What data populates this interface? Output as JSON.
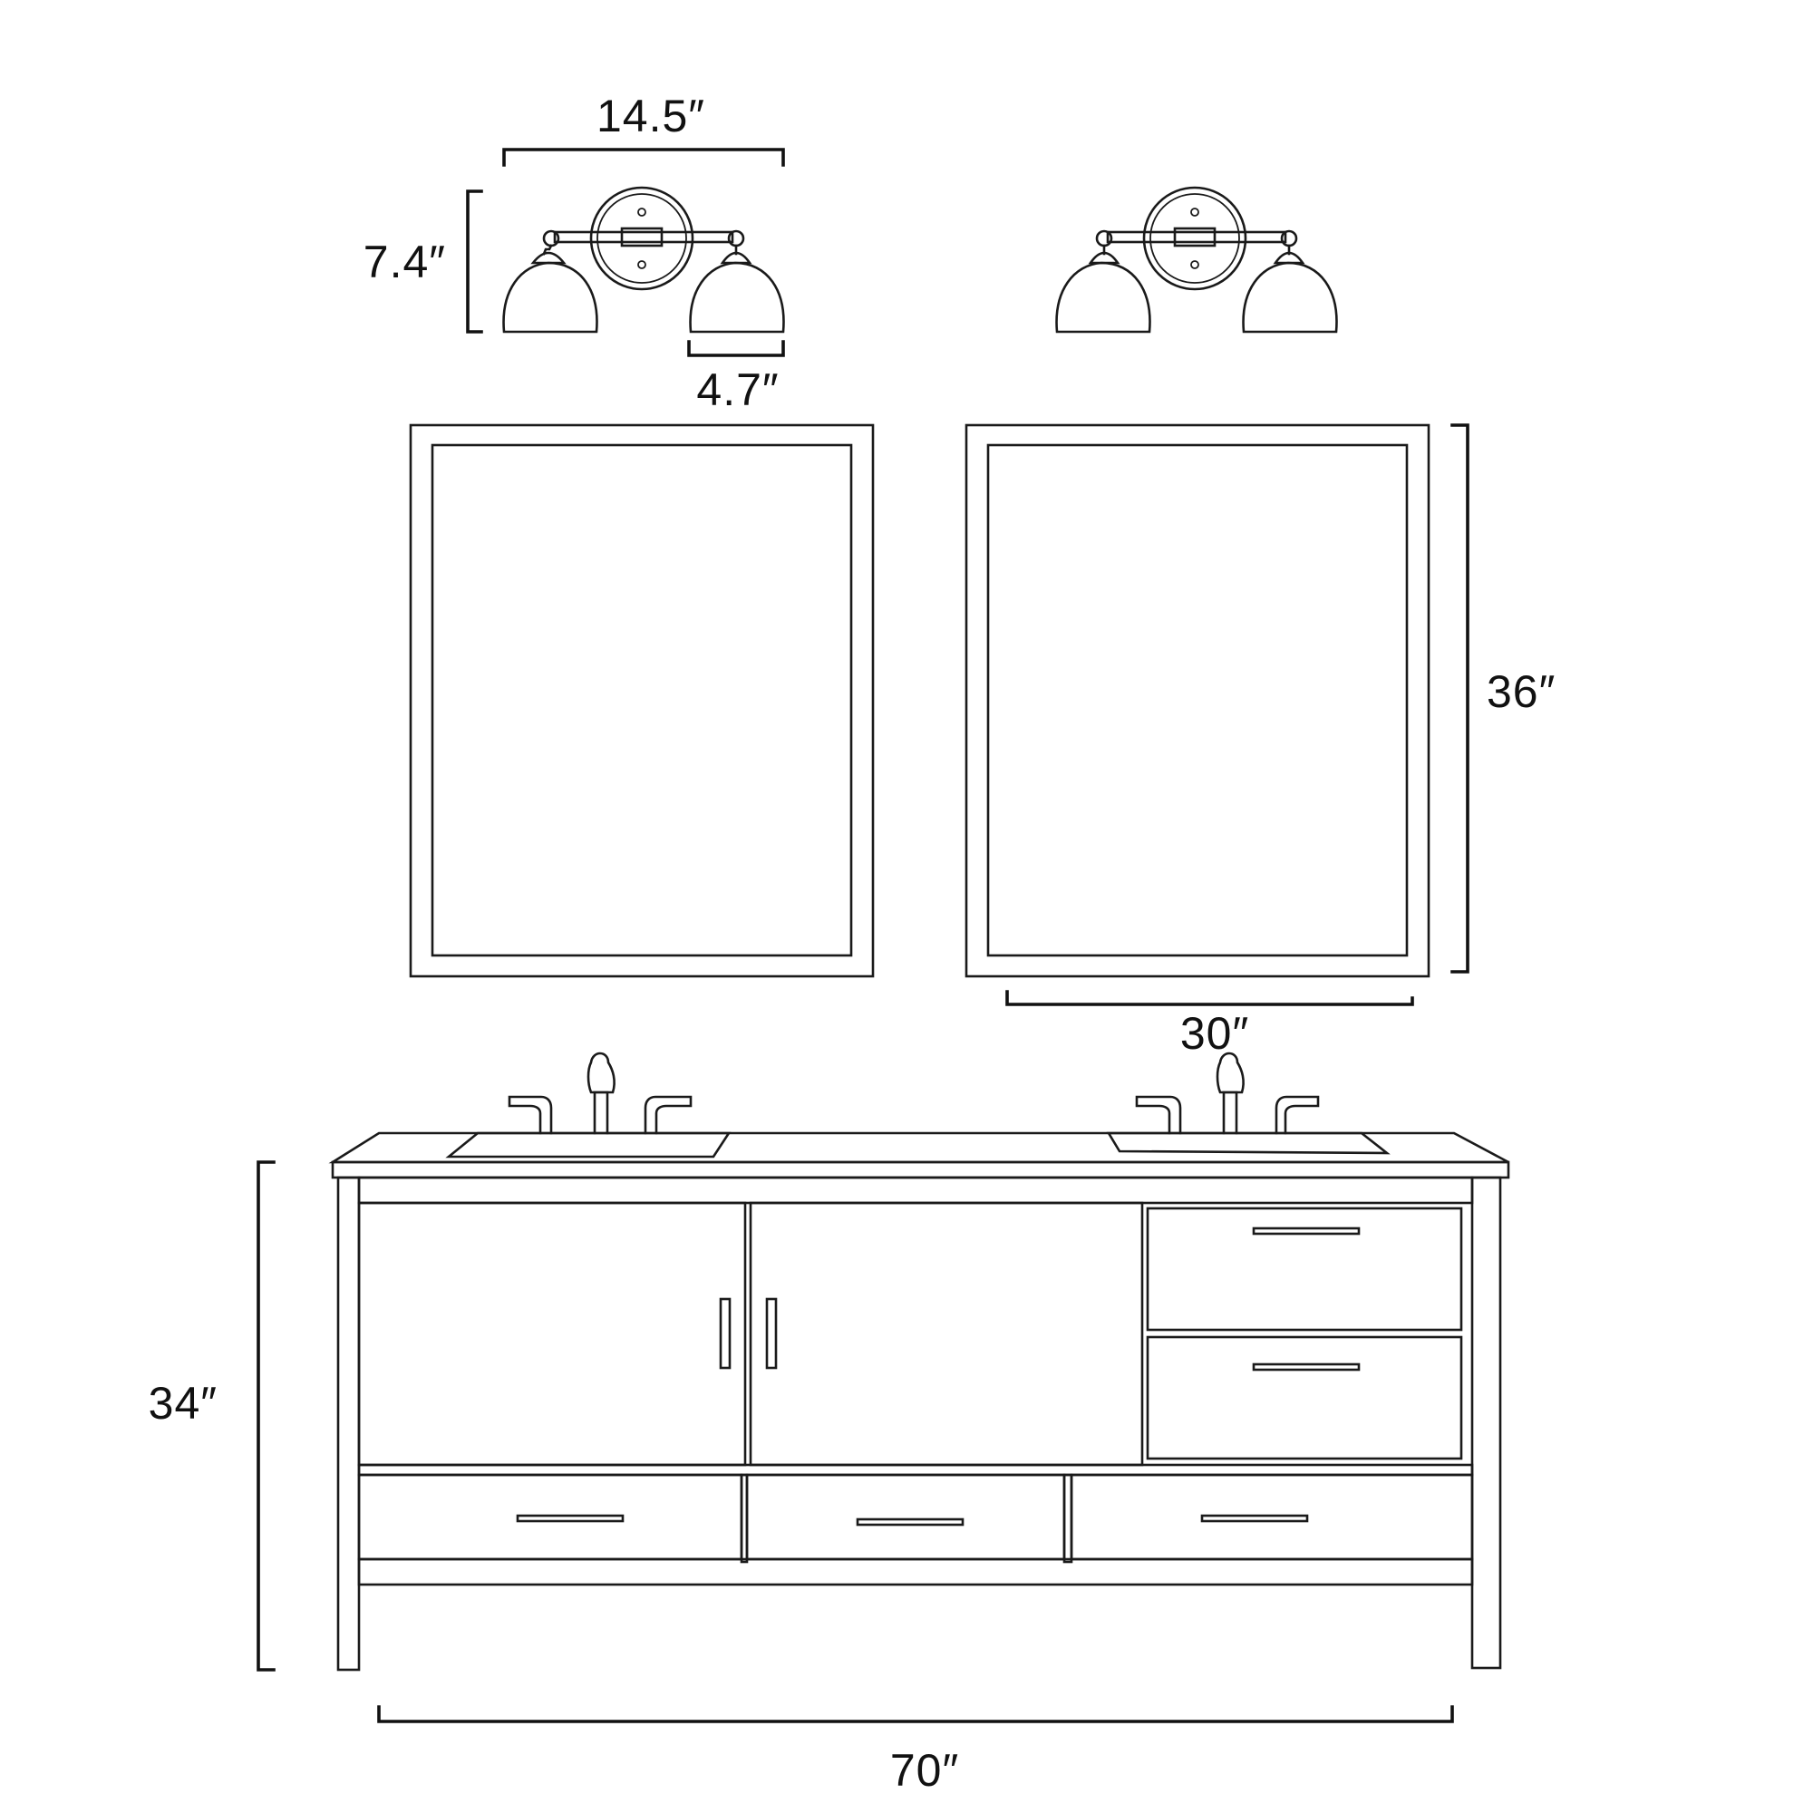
{
  "diagram": {
    "sconce_width_label": "14.5″",
    "sconce_height_label": "7.4″",
    "shade_width_label": "4.7″",
    "mirror_height_label": "36″",
    "mirror_width_label": "30″",
    "vanity_height_label": "34″",
    "vanity_width_label": "70″"
  },
  "colors": {
    "line": "#1a1a1a",
    "background": "#ffffff"
  }
}
